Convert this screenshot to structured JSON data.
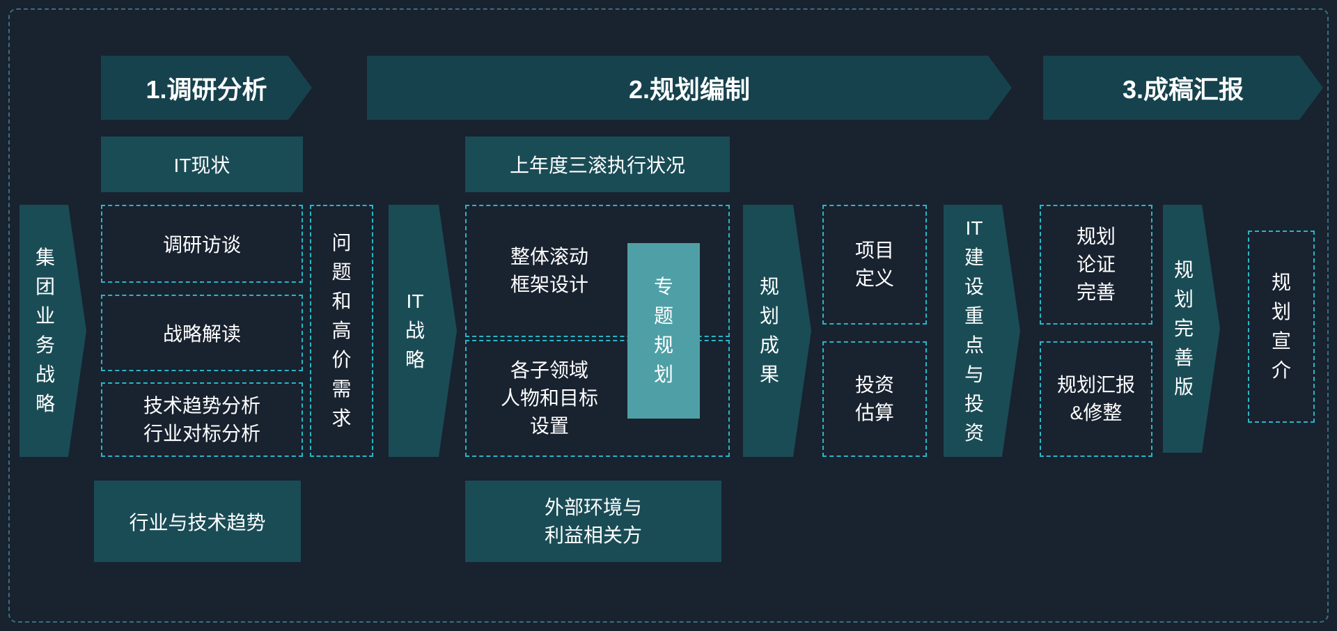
{
  "title": "IT规划流程图",
  "colors": {
    "background": "#19222f",
    "teal_dark": "#1a4c56",
    "banner_teal": "#16424d",
    "teal_light": "#4fa0a6",
    "dashed_cyan": "#29b6c8",
    "outer_border": "#38707f",
    "text": "#ffffff"
  },
  "phases": [
    {
      "label": "1.调研分析"
    },
    {
      "label": "2.规划编制"
    },
    {
      "label": "3.成稿汇报"
    }
  ],
  "nodes": {
    "group_business_strategy": "集团业务战略",
    "it_status": "IT现状",
    "research_interview": "调研访谈",
    "strategy_interpretation": "战略解读",
    "tech_trend_benchmark": "技术趋势分析\n行业对标分析",
    "industry_tech_trends": "行业与技术趋势",
    "problems_high_value_needs": "问题和高价需求",
    "it_strategy": "IT战略",
    "last_year_execution": "上年度三滚执行状况",
    "rolling_framework": "整体滚动\n框架设计",
    "subdomain_tasks": "各子领域\n人物和目标\n设置",
    "special_topic_planning": "专题规划",
    "external_environment": "外部环境与\n利益相关方",
    "planning_results": "规划成果",
    "project_definition": "项目\n定义",
    "investment_estimate": "投资\n估算",
    "it_construction_investment": "IT建设重点与投资",
    "planning_validation": "规划\n论证\n完善",
    "planning_report_revision": "规划汇报\n&修整",
    "planning_final_version": "规划完善版",
    "planning_promotion": "规划宣介"
  }
}
